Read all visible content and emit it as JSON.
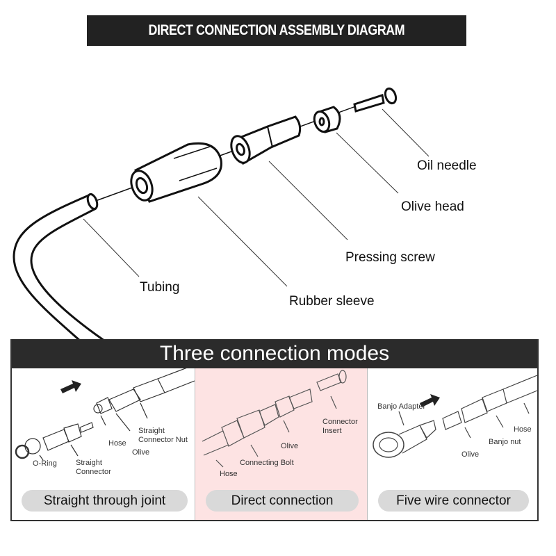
{
  "header": {
    "title": "DIRECT CONNECTION ASSEMBLY DIAGRAM"
  },
  "assembly": {
    "labels": {
      "oil_needle": "Oil needle",
      "olive_head": "Olive head",
      "pressing_screw": "Pressing screw",
      "tubing": "Tubing",
      "rubber_sleeve": "Rubber sleeve"
    }
  },
  "modes": {
    "title": "Three connection modes",
    "panels": [
      {
        "name": "Straight through joint",
        "background": "#ffffff",
        "parts": {
          "o_ring": "O-Ring",
          "straight_connector": "Straight\nConnector",
          "hose": "Hose",
          "olive": "Olive",
          "straight_connector_nut": "Straight\nConnector Nut"
        }
      },
      {
        "name": "Direct connection",
        "background": "#fde3e3",
        "parts": {
          "hose": "Hose",
          "connecting_bolt": "Connecting Bolt",
          "olive": "Olive",
          "connector_insert": "Connector\nInsert"
        }
      },
      {
        "name": "Five wire connector",
        "background": "#ffffff",
        "parts": {
          "banjo_adapter": "Banjo Adapter",
          "olive": "Olive",
          "banjo_nut": "Banjo nut",
          "hose": "Hose"
        }
      }
    ]
  }
}
